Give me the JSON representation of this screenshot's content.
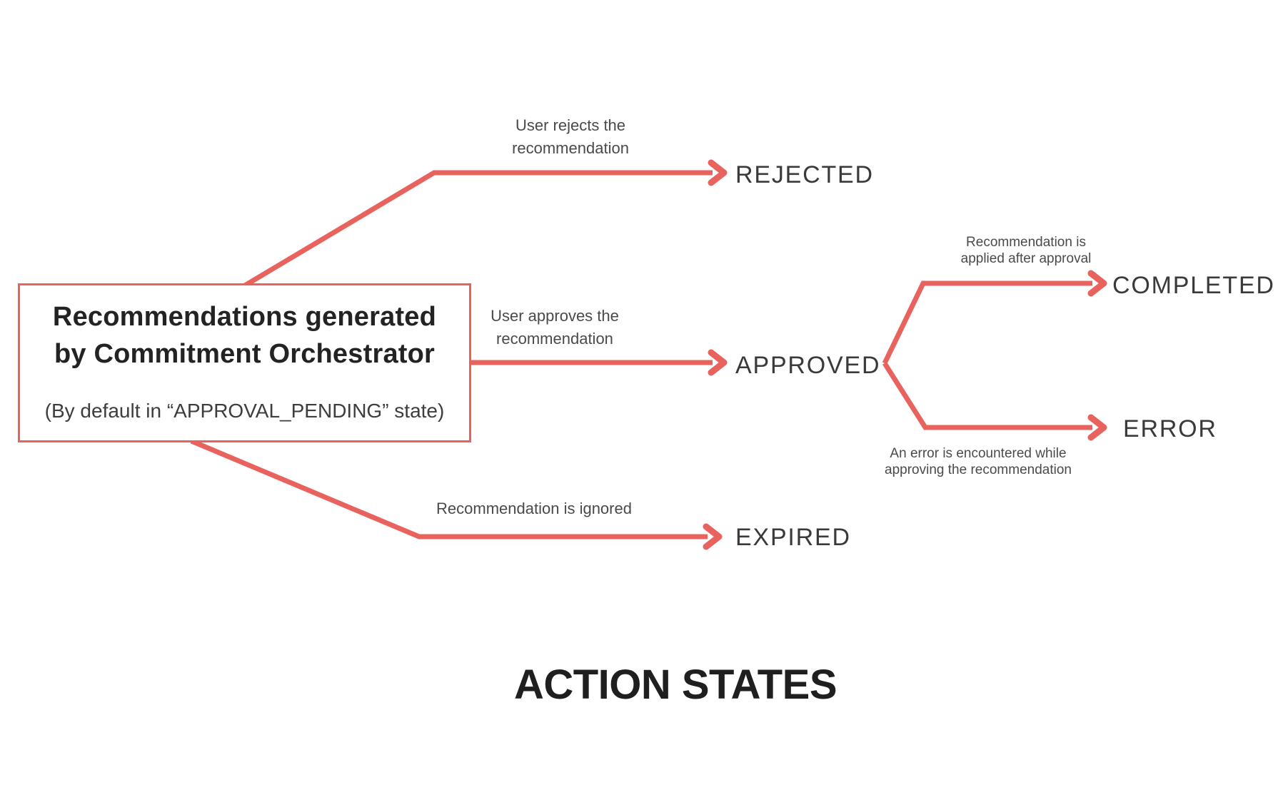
{
  "title": "ACTION STATES",
  "source_node": {
    "title_lines": [
      "Recommendations generated",
      "by Commitment Orchestrator"
    ],
    "subtitle": "(By default in “APPROVAL_PENDING” state)"
  },
  "states": {
    "rejected": "REJECTED",
    "approved": "APPROVED",
    "expired": "EXPIRED",
    "completed": "COMPLETED",
    "error": "ERROR"
  },
  "edge_labels": {
    "rejected": [
      "User rejects the",
      "recommendation"
    ],
    "approved": [
      "User approves the",
      "recommendation"
    ],
    "expired": [
      "Recommendation is ignored"
    ],
    "completed": [
      "Recommendation is",
      "applied after approval"
    ],
    "error": [
      "An error is encountered while",
      "approving the recommendation"
    ]
  },
  "colors": {
    "connector": "#E8635E",
    "state_text": "#3A3A3A",
    "edge_label_text": "#4A4A4A",
    "box_title_text": "#232323",
    "diagram_title_text": "#1F1F1F",
    "background": "#FFFFFF"
  }
}
